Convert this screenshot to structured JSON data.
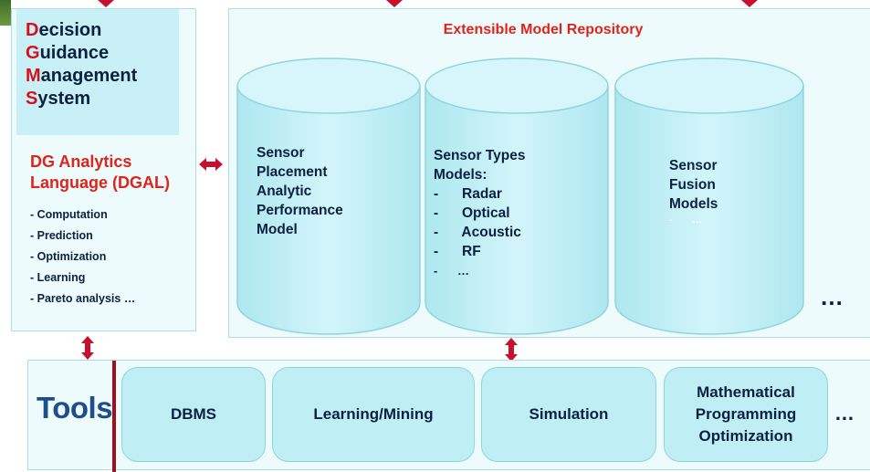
{
  "dgms": {
    "lines": [
      {
        "cap": "D",
        "rest": "ecision"
      },
      {
        "cap": "G",
        "rest": "uidance"
      },
      {
        "cap": "M",
        "rest": "anagement"
      },
      {
        "cap": "S",
        "rest": "ystem"
      }
    ],
    "dgal_title_line1": "DG Analytics",
    "dgal_title_line2": "Language (DGAL)",
    "features": [
      "- Computation",
      "- Prediction",
      "- Optimization",
      "- Learning",
      "- Pareto analysis …"
    ]
  },
  "repository": {
    "title": "Extensible Model Repository",
    "cylinders": [
      {
        "lines": [
          "Sensor",
          "Placement",
          "Analytic",
          "Performance",
          "Model"
        ]
      },
      {
        "lines": [
          "Sensor Types",
          "Models:",
          "-      Radar",
          "-      Optical",
          "-      Acoustic",
          "-      RF",
          "-      …"
        ]
      },
      {
        "lines": [
          "Sensor",
          "Fusion",
          "Models",
          "-       …"
        ]
      }
    ],
    "more": "…"
  },
  "tools": {
    "label": "Tools",
    "items": [
      {
        "label": "DBMS"
      },
      {
        "label": "Learning/Mining"
      },
      {
        "label": "Simulation"
      },
      {
        "label": "Mathematical Programming Optimization"
      }
    ],
    "more": "…"
  },
  "colors": {
    "accent_red": "#e0241b",
    "arrow_red": "#c8102e",
    "panel_bg": "#eefbfc",
    "cylinder_fill": "#c4f1f7",
    "text_navy": "#0b2140",
    "tools_blue": "#1d4f8a",
    "divider": "#a0101a"
  }
}
